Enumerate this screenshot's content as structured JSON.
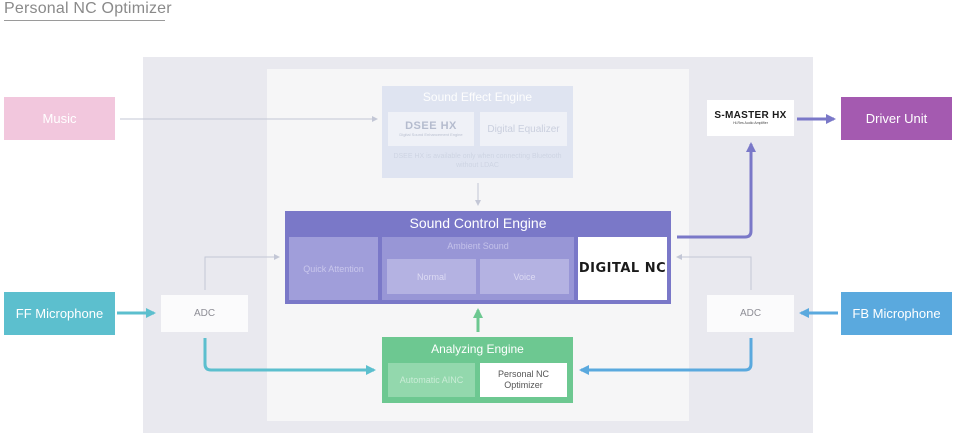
{
  "title": "Personal NC Optimizer",
  "colors": {
    "music": "#f2c7dd",
    "ff_microphone": "#5cbfce",
    "fb_microphone": "#5aa9de",
    "driver_unit": "#a45ab0",
    "sound_control_engine": "#7a78c8",
    "analyzing_engine": "#6dc891",
    "sound_effect_engine": "#dbe2f1",
    "outer_panel": "#e9e9ef",
    "inner_panel": "#f6f6f7"
  },
  "sources": {
    "music": "Music",
    "ff_microphone": "FF Microphone",
    "fb_microphone": "FB Microphone"
  },
  "output": {
    "driver_unit": "Driver Unit",
    "smaster_logo": "S-MASTER HX",
    "smaster_sub": "Hi-Res Audio Amplifier"
  },
  "adc_left": "ADC",
  "adc_right": "ADC",
  "sound_effect_engine": {
    "title": "Sound Effect Engine",
    "dsee_logo": "DSEE HX",
    "dsee_sub": "Digital Sound Enhancement Engine",
    "digital_equalizer": "Digital Equalizer",
    "note": "DSEE HX is available only when connecting Bluetooth without LDAC"
  },
  "sound_control_engine": {
    "title": "Sound Control Engine",
    "quick_attention": "Quick Attention",
    "ambient_sound": {
      "title": "Ambient Sound",
      "normal": "Normal",
      "voice": "Voice"
    },
    "digital_nc_logo": "DIGITAL NC"
  },
  "analyzing_engine": {
    "title": "Analyzing Engine",
    "automatic_ainc": "Automatic AINC",
    "personal_nc_optimizer": "Personal NC Optimizer"
  }
}
